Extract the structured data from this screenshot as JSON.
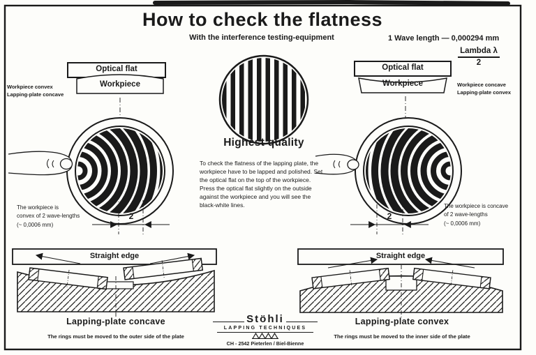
{
  "colors": {
    "ink": "#1a1a1a",
    "paper": "#fdfdfa"
  },
  "header": {
    "title": "How to check the flatness",
    "subtitle": "With the interference testing-equipment",
    "wavelength_note": "1 Wave length — 0,000294 mm",
    "lambda_numerator": "Lambda λ",
    "lambda_denominator": "2"
  },
  "left_setup": {
    "optical_flat_label": "Optical flat",
    "workpiece_label": "Workpiece",
    "side_note": "Workpiece convex\nLapping-plate concave",
    "result_note": "The workpiece is\nconvex of 2 wave-lengths\n(~ 0,0006 mm)",
    "dimension_label": "2"
  },
  "right_setup": {
    "optical_flat_label": "Optical flat",
    "workpiece_label": "Workpiece",
    "side_note": "Workpiece concave\nLapping-plate convex",
    "result_note": "The workpiece is concave\nof 2 wave-lengths\n(~ 0,0006 mm)",
    "dimension_label": "2"
  },
  "center_panel": {
    "quality_label": "Highest quality",
    "instructions": "To check the flatness of the lapping plate, the workpiece have to be lapped and polished. Set the optical flat on the top of the workpiece. Press the optical flat slightly on the outside against the workpiece and you will see the black-white lines."
  },
  "bottom_left": {
    "straight_edge_label": "Straight edge",
    "caption": "Lapping-plate concave",
    "note": "The rings must be moved to the outer side of the plate"
  },
  "bottom_right": {
    "straight_edge_label": "Straight edge",
    "caption": "Lapping-plate convex",
    "note": "The rings must be moved to the inner side of the plate"
  },
  "footer_logo": {
    "brand": "Stöhli",
    "tagline": "LAPPING TECHNIQUES",
    "address": "CH - 2542 Pieterlen / Biel-Bienne"
  }
}
